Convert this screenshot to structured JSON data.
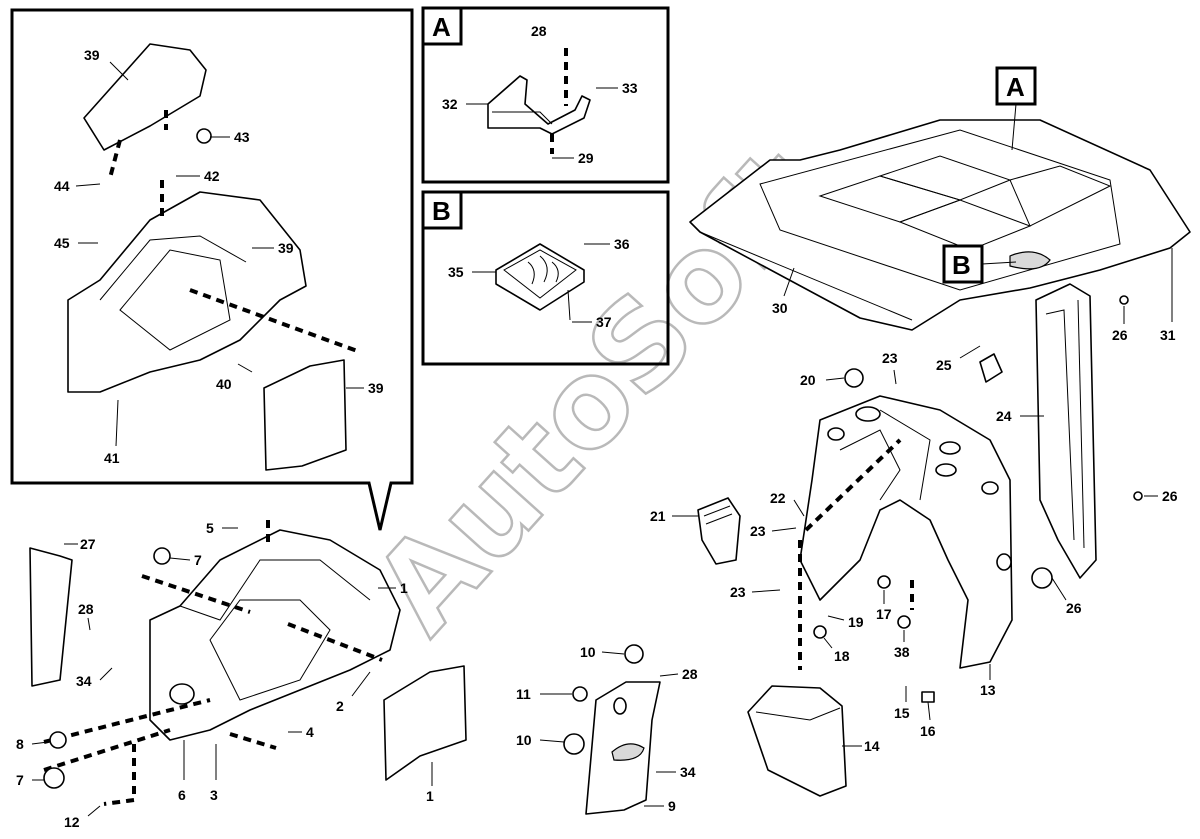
{
  "watermark": "AutoSoft",
  "inset_labels": {
    "a": "A",
    "b": "B"
  },
  "callouts": {
    "c1": "1",
    "c2": "2",
    "c3": "3",
    "c4": "4",
    "c5": "5",
    "c6": "6",
    "c7": "7",
    "c8": "8",
    "c9": "9",
    "c10": "10",
    "c11": "11",
    "c12": "12",
    "c13": "13",
    "c14": "14",
    "c15": "15",
    "c16": "16",
    "c17": "17",
    "c18": "18",
    "c19": "19",
    "c20": "20",
    "c21": "21",
    "c22": "22",
    "c23": "23",
    "c24": "24",
    "c25": "25",
    "c26": "26",
    "c27": "27",
    "c28": "28",
    "c29": "29",
    "c30": "30",
    "c31": "31",
    "c32": "32",
    "c33": "33",
    "c34": "34",
    "c35": "35",
    "c36": "36",
    "c37": "37",
    "c38": "38",
    "c39": "39",
    "c40": "40",
    "c41": "41",
    "c42": "42",
    "c43": "43",
    "c44": "44",
    "c45": "45"
  }
}
